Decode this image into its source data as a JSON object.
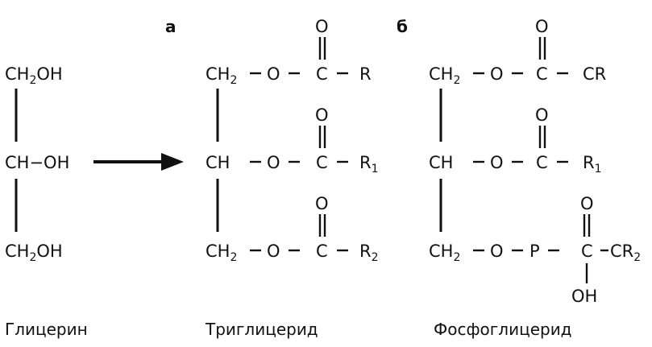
{
  "panel_labels": {
    "a": "а",
    "b": "б"
  },
  "glycerol": {
    "row1": {
      "main": "CH",
      "sub": "2",
      "rest": "OH"
    },
    "row2": "CH−OH",
    "row3": {
      "main": "CH",
      "sub": "2",
      "rest": "OH"
    },
    "caption": "Глицерин"
  },
  "triglyceride": {
    "row1": {
      "c": "CH",
      "sub": "2",
      "o": "O",
      "carbon": "C",
      "r": "R"
    },
    "row2": {
      "c": "CH",
      "o": "O",
      "carbon": "C",
      "r": "R",
      "r_sub": "1"
    },
    "row3": {
      "c": "CH",
      "sub": "2",
      "o": "O",
      "carbon": "C",
      "r": "R",
      "r_sub": "2"
    },
    "carbonyl_o": "O",
    "caption": "Триглицерид"
  },
  "phosphoglyceride": {
    "row1": {
      "c": "CH",
      "sub": "2",
      "o": "O",
      "carbon": "C",
      "r": "CR"
    },
    "row2": {
      "c": "CH",
      "o": "O",
      "carbon": "C",
      "r": "R",
      "r_sub": "1"
    },
    "row3": {
      "c": "CH",
      "sub": "2",
      "o": "O",
      "p": "P",
      "carbon": "C",
      "r": "CR",
      "r_sub": "2"
    },
    "carbonyl_o": "O",
    "hydroxyl": "OH",
    "caption": "Фосфоглицерид"
  },
  "colors": {
    "ink": "#111111",
    "background": "#ffffff"
  }
}
